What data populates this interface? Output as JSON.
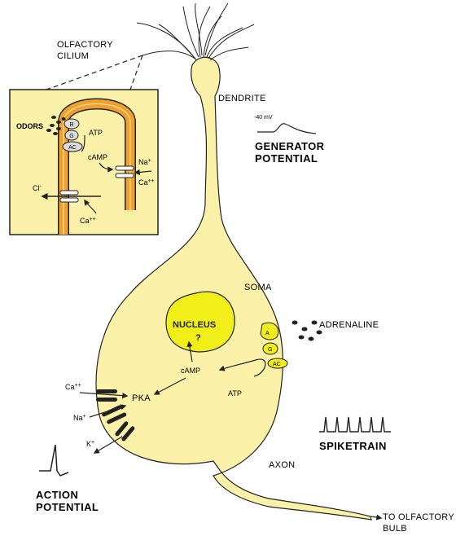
{
  "labels": {
    "cilium": [
      "OLFACTORY",
      "CILIUM"
    ],
    "dendrite": "DENDRITE",
    "generator_mv": "-40 mV",
    "generator": [
      "GENERATOR",
      "POTENTIAL"
    ],
    "soma": "SOMA",
    "adrenaline": "ADRENALINE",
    "nucleus": "NUCLEUS",
    "nucleus_q": "?",
    "camp": "cAMP",
    "atp": "ATP",
    "pka": "PKA",
    "spiketrain": "SPIKETRAIN",
    "axon": "AXON",
    "to_bulb": [
      "TO OLFACTORY",
      "BULB"
    ],
    "action": [
      "ACTION",
      "POTENTIAL"
    ],
    "ion_ca": "Ca",
    "ion_ca_sup": "++",
    "ion_na": "Na",
    "ion_na_sup": "+",
    "ion_k": "K",
    "ion_k_sup": "+",
    "receptor_a": "A",
    "receptor_g": "G",
    "receptor_ac": "AC"
  },
  "inset": {
    "odors": "ODORS",
    "r": "R",
    "g": "G",
    "ac": "AC",
    "atp": "ATP",
    "camp": "cAMP",
    "na": "Na",
    "na_sup": "+",
    "ca": "Ca",
    "ca_sup": "++",
    "cl": "Cl",
    "cl_sup": "-",
    "ca2": "Ca",
    "ca2_sup": "++"
  },
  "colors": {
    "cell_fill": "#fbf1a8",
    "nucleus_fill": "#f2ee1a",
    "inset_bg": "#fbf1a8",
    "cilium_orange": "#f0a030",
    "receptor_fill": "#f2ee1a"
  }
}
